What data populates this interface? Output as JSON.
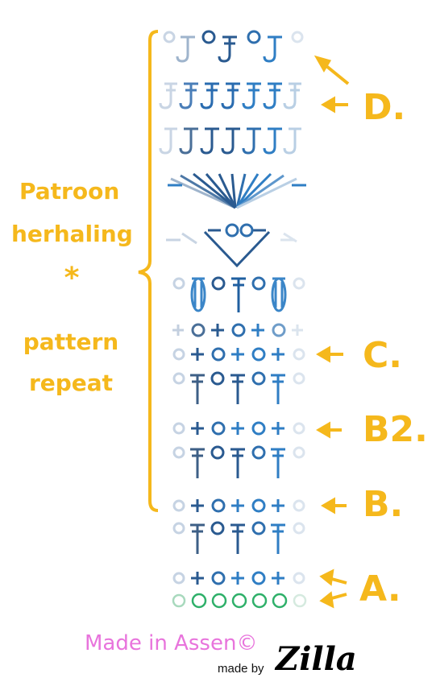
{
  "labels": {
    "patroon": "Patroon",
    "herhaling": "herhaling",
    "asterisk": "*",
    "pattern": "pattern",
    "repeat": "repeat"
  },
  "row_letters": {
    "d": "D.",
    "c": "C.",
    "b2": "B2.",
    "b": "B.",
    "a": "A."
  },
  "credits": {
    "made_in": "Made in Assen©",
    "made_by": "made by",
    "signature": "Zilla"
  },
  "colors": {
    "accent": "#f5b81c",
    "stitch_dark": "#2a5a90",
    "stitch_mid": "#2f7ec4",
    "chain_green": "#2fb06a",
    "credit_pink": "#e874dc"
  }
}
